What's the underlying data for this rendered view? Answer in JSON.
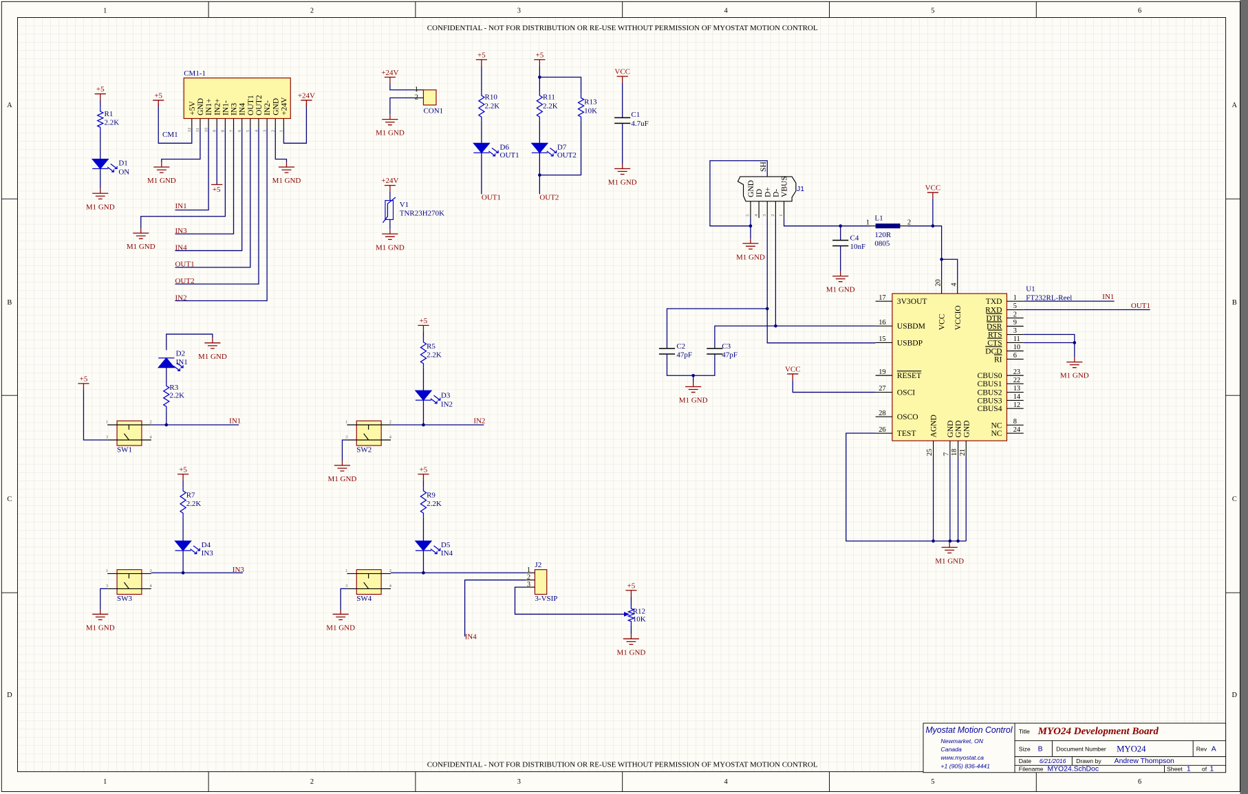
{
  "header": {
    "confidential": "CONFIDENTIAL - NOT FOR DISTRIBUTION OR RE-USE WITHOUT PERMISSION OF MYOSTAT MOTION CONTROL"
  },
  "border": {
    "columns": [
      "1",
      "2",
      "3",
      "4",
      "5",
      "6"
    ],
    "rows": [
      "A",
      "B",
      "C",
      "D"
    ]
  },
  "colors": {
    "wire": "#000080",
    "power": "#8b0000",
    "body": "#fdf7a8"
  },
  "nets": {
    "p5": "+5",
    "p24": "+24V",
    "gnd": "M1 GND",
    "vcc": "VCC",
    "in1": "IN1",
    "in2": "IN2",
    "in3": "IN3",
    "in4": "IN4",
    "out1": "OUT1",
    "out2": "OUT2"
  },
  "components": {
    "cm1": {
      "designator": "CM1-1",
      "sub": "CM1",
      "pins": [
        "+5V",
        "GND",
        "IN1+",
        "IN2+",
        "IN1-",
        "IN3",
        "IN4",
        "OUT1",
        "OUT2",
        "IN2-",
        "GND",
        "+24V"
      ],
      "pin_numbers": [
        "12",
        "11",
        "10",
        "9",
        "8",
        "7",
        "6",
        "5",
        "4",
        "3",
        "2",
        "1"
      ]
    },
    "r1": {
      "designator": "R1",
      "value": "2.2K"
    },
    "d1": {
      "designator": "D1",
      "value": "ON"
    },
    "con1": {
      "designator": "CON1",
      "pins": [
        "1",
        "2"
      ]
    },
    "v1": {
      "designator": "V1",
      "value": "TNR23H270K"
    },
    "r10": {
      "designator": "R10",
      "value": "2.2K"
    },
    "r11": {
      "designator": "R11",
      "value": "2.2K"
    },
    "r13": {
      "designator": "R13",
      "value": "10K"
    },
    "d6": {
      "designator": "D6",
      "value": "OUT1"
    },
    "d7": {
      "designator": "D7",
      "value": "OUT2"
    },
    "c1": {
      "designator": "C1",
      "value": "4.7uF"
    },
    "j1": {
      "designator": "J1",
      "pins": [
        "GND",
        "ID",
        "D+",
        "D-",
        "VBUS"
      ],
      "pin_numbers": [
        "5",
        "4",
        "3",
        "2",
        "1"
      ],
      "shield": "SH"
    },
    "l1": {
      "designator": "L1",
      "value": "120R",
      "package": "0805",
      "pin1": "1",
      "pin2": "2"
    },
    "c4": {
      "designator": "C4",
      "value": "10nF"
    },
    "c2": {
      "designator": "C2",
      "value": "47pF"
    },
    "c3": {
      "designator": "C3",
      "value": "47pF"
    },
    "u1": {
      "designator": "U1",
      "value": "FT232RL-Reel",
      "left_pins": [
        {
          "num": "17",
          "name": "3V3OUT"
        },
        {
          "num": "16",
          "name": "USBDM"
        },
        {
          "num": "15",
          "name": "USBDP"
        },
        {
          "num": "19",
          "name": "RESET"
        },
        {
          "num": "27",
          "name": "OSCI"
        },
        {
          "num": "28",
          "name": "OSCO"
        },
        {
          "num": "26",
          "name": "TEST"
        }
      ],
      "right_pins": [
        {
          "num": "1",
          "name": "TXD"
        },
        {
          "num": "5",
          "name": "RXD"
        },
        {
          "num": "2",
          "name": "DTR"
        },
        {
          "num": "9",
          "name": "DSR"
        },
        {
          "num": "3",
          "name": "RTS"
        },
        {
          "num": "11",
          "name": "CTS"
        },
        {
          "num": "10",
          "name": "DCD"
        },
        {
          "num": "6",
          "name": "RI"
        },
        {
          "num": "23",
          "name": "CBUS0"
        },
        {
          "num": "22",
          "name": "CBUS1"
        },
        {
          "num": "13",
          "name": "CBUS2"
        },
        {
          "num": "14",
          "name": "CBUS3"
        },
        {
          "num": "12",
          "name": "CBUS4"
        },
        {
          "num": "8",
          "name": "NC"
        },
        {
          "num": "24",
          "name": "NC"
        }
      ],
      "top_pins": [
        {
          "num": "20",
          "name": "VCC"
        },
        {
          "num": "4",
          "name": "VCCIO"
        }
      ],
      "bottom_pins": [
        {
          "num": "25",
          "name": "AGND"
        },
        {
          "num": "7",
          "name": "GND"
        },
        {
          "num": "18",
          "name": "GND"
        },
        {
          "num": "21",
          "name": "GND"
        }
      ]
    },
    "d2": {
      "designator": "D2",
      "value": "IN1"
    },
    "r3": {
      "designator": "R3",
      "value": "2.2K"
    },
    "sw1": {
      "designator": "SW1"
    },
    "r5": {
      "designator": "R5",
      "value": "2.2K"
    },
    "d3": {
      "designator": "D3",
      "value": "IN2"
    },
    "sw2": {
      "designator": "SW2"
    },
    "r7": {
      "designator": "R7",
      "value": "2.2K"
    },
    "d4": {
      "designator": "D4",
      "value": "IN3"
    },
    "sw3": {
      "designator": "SW3"
    },
    "r9": {
      "designator": "R9",
      "value": "2.2K"
    },
    "d5": {
      "designator": "D5",
      "value": "IN4"
    },
    "sw4": {
      "designator": "SW4"
    },
    "sw_pins": [
      "1",
      "2",
      "3",
      "4"
    ],
    "j2": {
      "designator": "J2",
      "value": "3-VSIP",
      "pins": [
        "1",
        "2",
        "3"
      ]
    },
    "r12": {
      "designator": "R12",
      "value": "10K"
    }
  },
  "title_block": {
    "company": "Myostat Motion Control",
    "address": [
      "Newmarket, ON",
      "Canada",
      "www.myostat.ca",
      "+1 (905) 836-4441"
    ],
    "title_label": "Title",
    "title": "MYO24 Development Board",
    "size_label": "Size",
    "size": "B",
    "docnum_label": "Document Number",
    "docnum": "MYO24",
    "rev_label": "Rev",
    "rev": "A",
    "date_label": "Date",
    "date": "6/21/2016",
    "drawn_label": "Drawn by",
    "drawn": "Andrew Thompson",
    "filename_label": "Filename",
    "filename": "MYO24.SchDoc",
    "sheet_label": "Sheet",
    "sheet": "1",
    "of_label": "of",
    "of": "1"
  }
}
